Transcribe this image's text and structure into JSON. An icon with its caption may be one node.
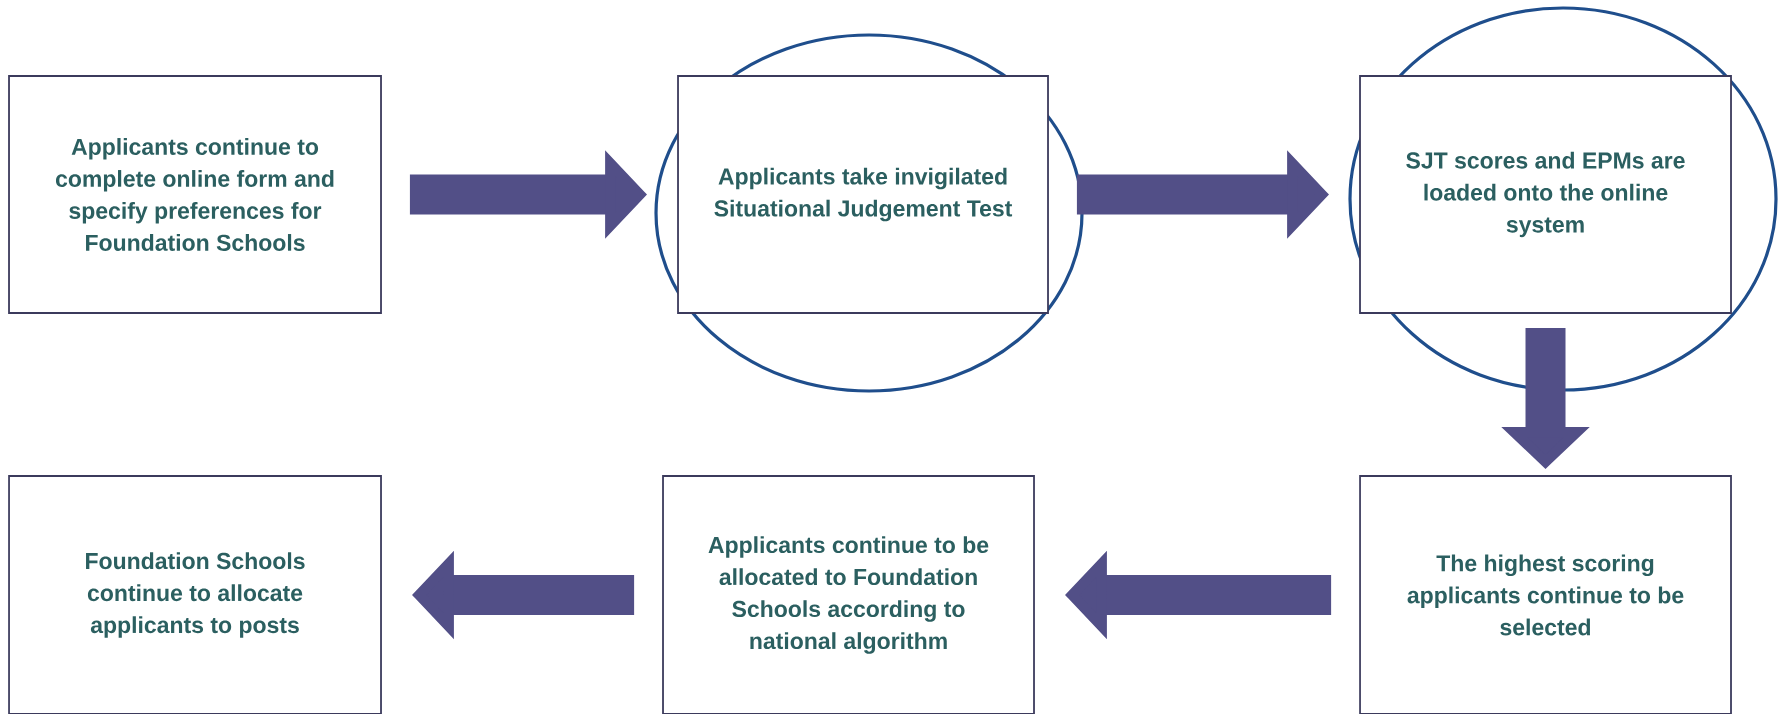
{
  "diagram": {
    "nodes": [
      {
        "text": [
          "Applicants continue to complete online form and specify preferences for Foundation Schools"
        ]
      },
      {
        "text": [
          "Applicants take invigilated Situational Judgement Test"
        ]
      },
      {
        "text": [
          "SJT scores and EPMs are loaded onto the online system"
        ]
      },
      {
        "text": [
          "The highest scoring applicants continue to be selected"
        ]
      },
      {
        "text": [
          "Applicants continue to be allocated to Foundation Schools according to national algorithm"
        ]
      },
      {
        "text": [
          "Foundation Schools continue to allocate applicants to posts"
        ]
      }
    ],
    "edges": [
      {
        "from": 0,
        "to": 1,
        "arrow": "to"
      },
      {
        "from": 1,
        "to": 2,
        "arrow": "to"
      },
      {
        "from": 2,
        "to": 3,
        "arrow": "to"
      },
      {
        "from": 3,
        "to": 4,
        "arrow": "to"
      },
      {
        "from": 4,
        "to": 5,
        "arrow": "to"
      }
    ]
  }
}
